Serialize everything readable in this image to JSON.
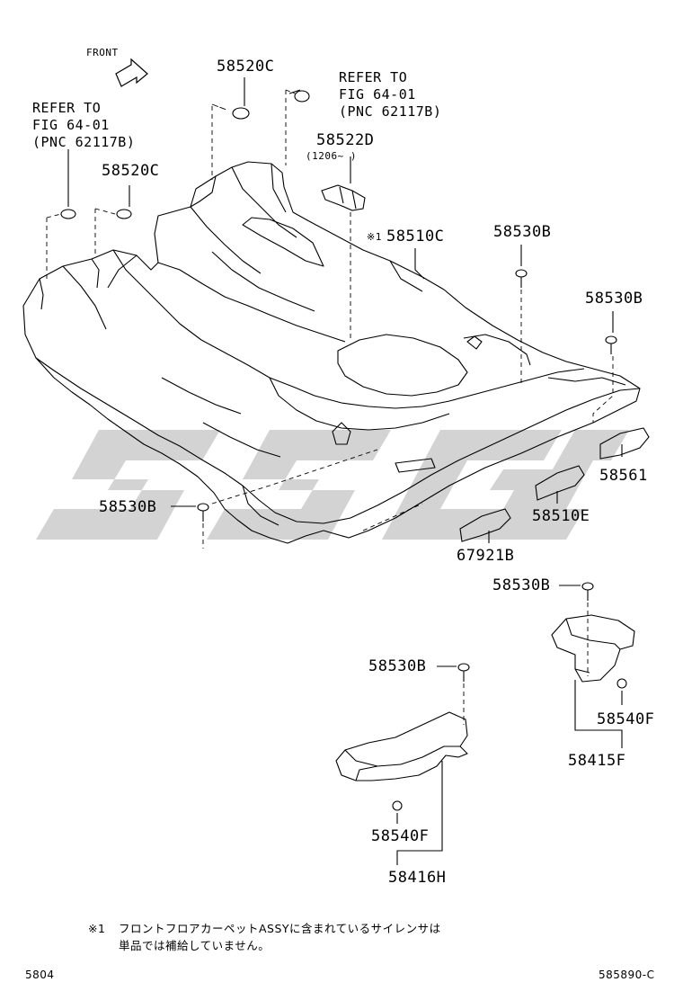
{
  "front_label": "FRONT",
  "refer_left": {
    "line1": "REFER TO",
    "line2": "FIG 64-01",
    "line3": "(PNC 62117B)"
  },
  "refer_right": {
    "line1": "REFER TO",
    "line2": "FIG 64-01",
    "line3": "(PNC 62117B)"
  },
  "parts": {
    "p58520c_top": "58520C",
    "p58520c_left": "58520C",
    "p58522d": "58522D",
    "p58522d_date": "(1206~    )",
    "p58510c_mark": "※1",
    "p58510c": "58510C",
    "p58530b_top": "58530B",
    "p58530b_right": "58530B",
    "p58530b_left": "58530B",
    "p58530b_mid": "58530B",
    "p58530b_lower": "58530B",
    "p58561": "58561",
    "p58510e": "58510E",
    "p67921b": "67921B",
    "p58540f_right": "58540F",
    "p58415f": "58415F",
    "p58540f_left": "58540F",
    "p58416h": "58416H"
  },
  "footnote": {
    "mark": "※1",
    "line1": "フロントフロアカーペットASSYに含まれているサイレンサは",
    "line2": "単品では補給していません。"
  },
  "footer": {
    "left_code": "5804",
    "right_code": "585890-C"
  },
  "watermark_text": "SSGC",
  "colors": {
    "line": "#000000",
    "watermark": "#cfcfcf"
  }
}
